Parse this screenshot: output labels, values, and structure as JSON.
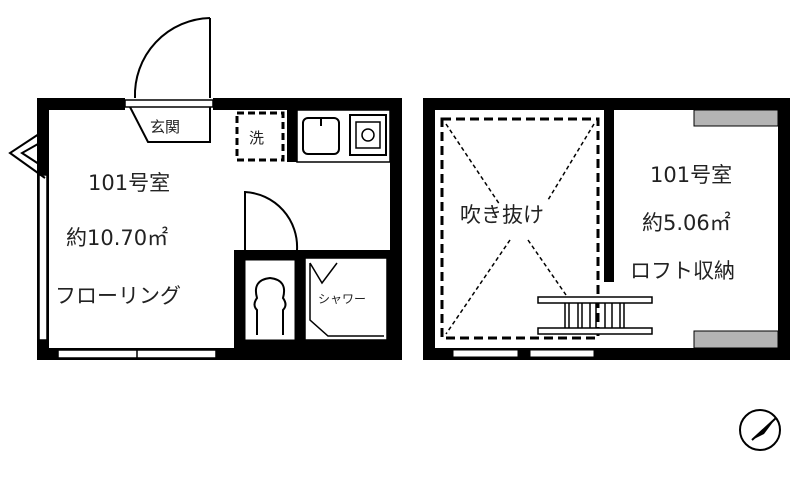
{
  "unit_left": {
    "room_number": "101号室",
    "area": "約10.70㎡",
    "floor_type": "フローリング",
    "entrance": "玄関",
    "washer": "洗",
    "shower": "シャワー"
  },
  "unit_right": {
    "atrium": "吹き抜け",
    "room_number": "101号室",
    "area": "約5.06㎡",
    "loft": "ロフト収納"
  },
  "compass": {
    "icon": "north-arrow-icon"
  },
  "colors": {
    "wall": "#000000",
    "storage": "#b4b4b4"
  }
}
